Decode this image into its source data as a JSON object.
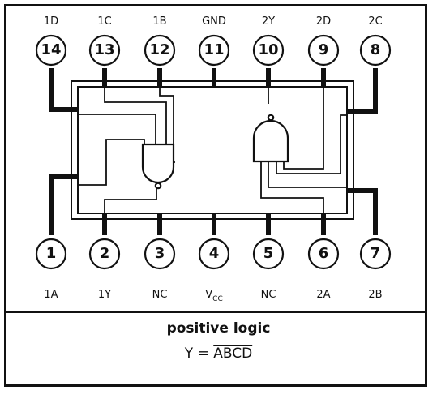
{
  "top_pins": [
    {
      "number": "14",
      "label": "1D"
    },
    {
      "number": "13",
      "label": "1C"
    },
    {
      "number": "12",
      "label": "1B"
    },
    {
      "number": "11",
      "label": "GND"
    },
    {
      "number": "10",
      "label": "2Y"
    },
    {
      "number": "9",
      "label": "2D"
    },
    {
      "number": "8",
      "label": "2C"
    }
  ],
  "bottom_pins": [
    {
      "number": "1",
      "label": "1A"
    },
    {
      "number": "2",
      "label": "1Y"
    },
    {
      "number": "3",
      "label": "NC"
    },
    {
      "number": "4",
      "label_main": "V",
      "label_sub": "CC"
    },
    {
      "number": "5",
      "label": "NC"
    },
    {
      "number": "6",
      "label": "2A"
    },
    {
      "number": "7",
      "label": "2B"
    }
  ],
  "caption": {
    "title": "positive logic",
    "equation_prefix": "Y =",
    "equation_overlined": "ABCD"
  }
}
